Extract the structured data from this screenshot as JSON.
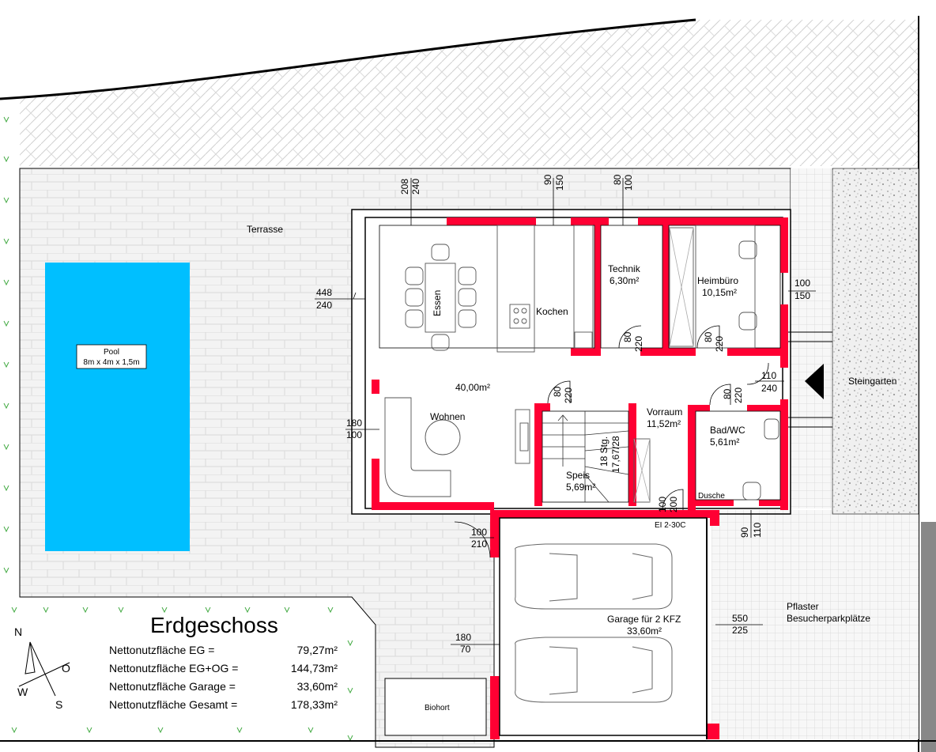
{
  "plan": {
    "title": "Erdgeschoss",
    "summary": [
      {
        "label": "Nettonutzfläche EG =",
        "value": "79,27m²"
      },
      {
        "label": "Nettonutzfläche EG+OG =",
        "value": "144,73m²"
      },
      {
        "label": "Nettonutzfläche Garage =",
        "value": "33,60m²"
      },
      {
        "label": "Nettonutzfläche Gesamt =",
        "value": "178,33m²"
      }
    ],
    "rooms": {
      "terrasse": "Terrasse",
      "pool_name": "Pool",
      "pool_size": "8m x 4m x 1,5m",
      "essen": "Essen",
      "kochen": "Kochen",
      "wohnen": "Wohnen",
      "wohn_area": "40,00m²",
      "technik": "Technik",
      "technik_area": "6,30m²",
      "heimbuero": "Heimbüro",
      "heimbuero_area": "10,15m²",
      "vorraum": "Vorraum",
      "vorraum_area": "11,52m²",
      "bad": "Bad/WC",
      "bad_area": "5,61m²",
      "dusche": "Dusche",
      "speis": "Speis",
      "speis_area": "5,69m²",
      "stair_steps": "18 Stg.",
      "stair_ratio": "17,67/28",
      "garage": "Garage für 2 KFZ",
      "garage_area": "33,60m²",
      "steingarten": "Steingarten",
      "pflaster": "Pflaster",
      "parkplaetze": "Besucherparkplätze",
      "biohort": "Biohort",
      "door_rating": "EI 2-30C"
    },
    "dims": {
      "d208": "208",
      "d240a": "240",
      "d90": "90",
      "d150a": "150",
      "d80a": "80",
      "d100a": "100",
      "d448": "448",
      "d240b": "240",
      "d100b": "100",
      "d150b": "150",
      "d110a": "110",
      "d240c": "240",
      "d180a": "180",
      "d100c": "100",
      "d80b": "80",
      "d220a": "220",
      "d80c": "80",
      "d220b": "220",
      "d80d": "80",
      "d220c": "220",
      "d80e": "80",
      "d220d": "220",
      "d100d": "100",
      "d200": "200",
      "d100e": "100",
      "d210": "210",
      "d90b": "90",
      "d110b": "110",
      "d180b": "180",
      "d70": "70",
      "d550": "550",
      "d225": "225"
    },
    "compass": {
      "n": "N",
      "o": "O",
      "s": "S",
      "w": "W"
    },
    "colors": {
      "wall": "#ff0033",
      "pool": "#00bfff",
      "paving": "#ececec"
    }
  }
}
